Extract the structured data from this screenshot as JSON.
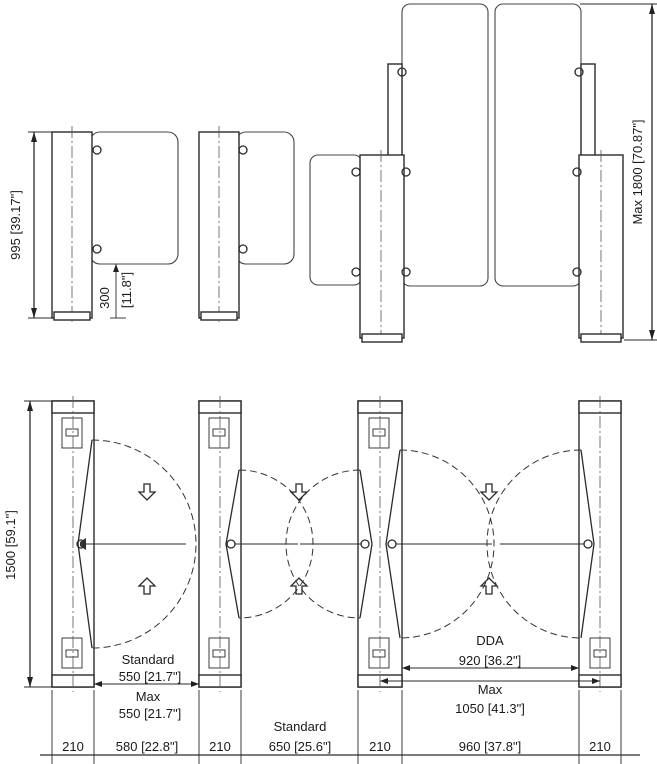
{
  "elevation": {
    "height_995": "995 [39.17\"]",
    "height_300": "300",
    "height_300_in": "[11.8\"]",
    "height_max_1800": "Max 1800 [70.87\"]"
  },
  "plan": {
    "length_1500": "1500 [59.1\"]",
    "label_standard_1": "Standard",
    "value_standard_550": "550 [21.7\"]",
    "label_max_1": "Max",
    "value_max_550": "550 [21.7\"]",
    "label_standard_2": "Standard",
    "label_dda": "DDA",
    "value_dda_920": "920 [36.2\"]",
    "label_max_2": "Max",
    "value_max_1050": "1050 [41.3\"]"
  },
  "bottom_dims": {
    "w1": "210",
    "w2": "580 [22.8\"]",
    "w3": "210",
    "w4": "650 [25.6\"]",
    "w5": "210",
    "w6": "960 [37.8\"]",
    "w7": "210"
  }
}
